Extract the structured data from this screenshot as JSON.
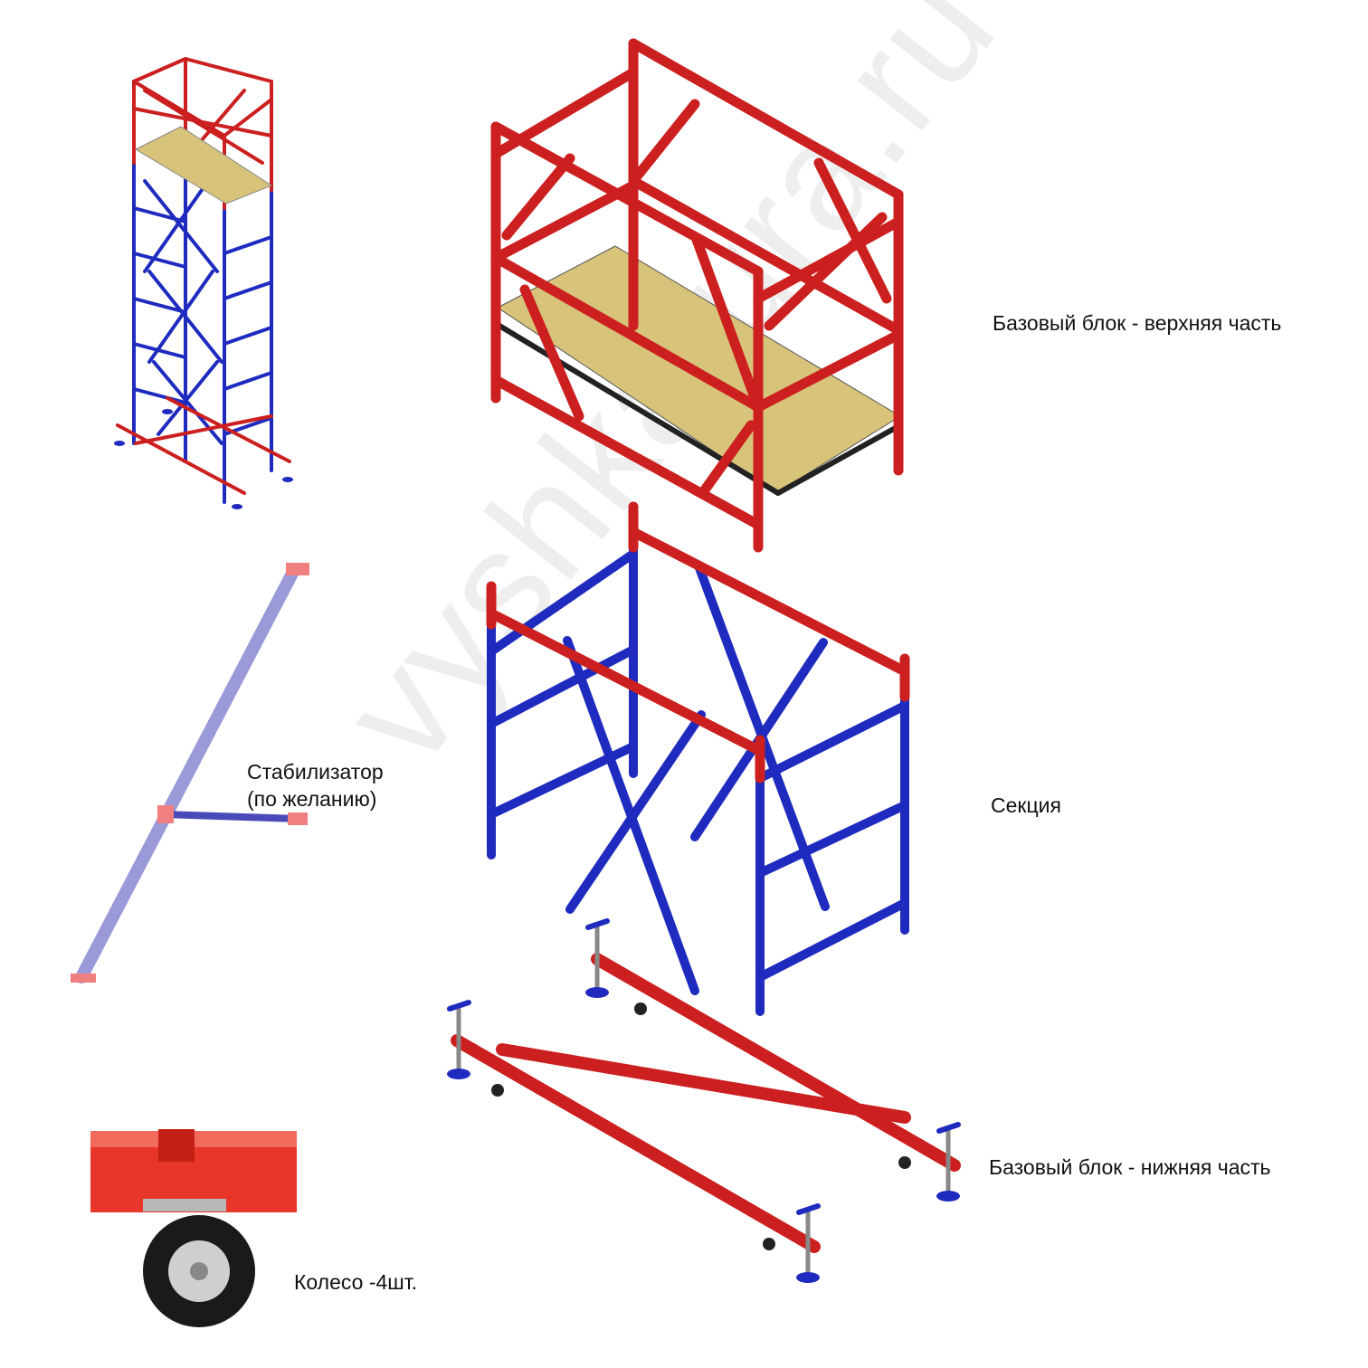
{
  "labels": {
    "top_block": "Базовый блок - верхняя часть",
    "section": "Секция",
    "stabilizer_line1": "Стабилизатор",
    "stabilizer_line2": "(по желанию)",
    "bottom_block": "Базовый блок - нижняя часть",
    "wheel": "Колесо -4шт."
  },
  "watermark": "vyshkatura.ru",
  "colors": {
    "red": "#cc1f1f",
    "blue": "#1f2bbf",
    "deck": "#d8c37a",
    "stabilizer": "#9a9ad8",
    "wheel_red": "#e8362a"
  }
}
